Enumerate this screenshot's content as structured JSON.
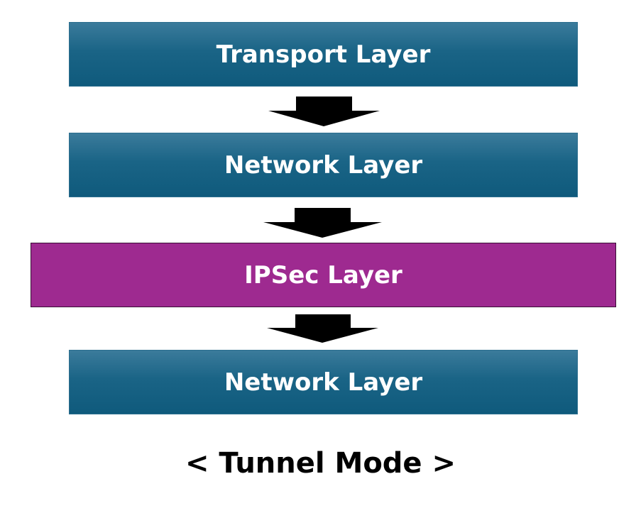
{
  "layers": [
    {
      "label": "Transport Layer",
      "color": "#0f5a7c"
    },
    {
      "label": "Network Layer",
      "color": "#0f5a7c"
    },
    {
      "label": "IPSec Layer",
      "color": "#9e2a90"
    },
    {
      "label": "Network Layer",
      "color": "#0f5a7c"
    }
  ],
  "caption": "< Tunnel Mode >",
  "arrow_icon": "down-arrow-icon"
}
